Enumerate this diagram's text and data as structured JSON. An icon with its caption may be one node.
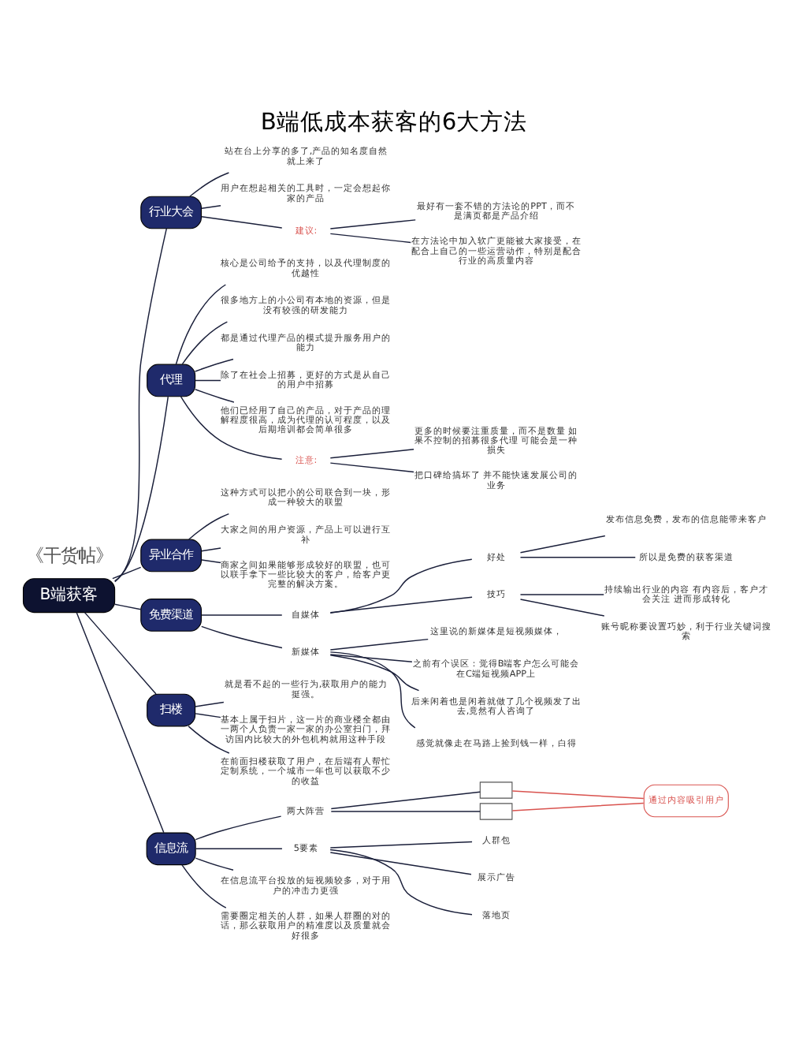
{
  "diagram": {
    "title": "B端低成本获客的6大方法",
    "nodes": [
      {
        "text": [
          "B端获客"
        ]
      },
      {
        "text": [
          "行业大会"
        ]
      },
      {
        "text": [
          "站在台上分享的多了,产品的知名度自然就上来了"
        ]
      },
      {
        "text": [
          "用户在想起相关的工具时，一定会想起你家的产品"
        ]
      },
      {
        "text": [
          "建议:"
        ]
      },
      {
        "text": [
          "最好有一套不错的方法论的PPT，而不是满页都是产品介绍"
        ]
      },
      {
        "text": [
          "在方法论中加入软广更能被大家接受，在配合上自己的一些运营动作，特别是配合行业的高质量内容"
        ]
      },
      {
        "text": [
          "代理"
        ]
      },
      {
        "text": [
          "核心是公司给予的支持，以及代理制度的优越性"
        ]
      },
      {
        "text": [
          "很多地方上的小公司有本地的资源，但是没有较强的研发能力"
        ]
      },
      {
        "text": [
          "都是通过代理产品的模式提升服务用户的能力"
        ]
      },
      {
        "text": [
          "除了在社会上招募，更好的方式是从自己的用户中招募"
        ]
      },
      {
        "text": [
          "他们已经用了自己的产品，对于产品的理解程度很高，成为代理的认可程度，以及后期培训都会简单很多"
        ]
      },
      {
        "text": [
          "注意:"
        ]
      },
      {
        "text": [
          "更多的时候要注重质量，而不是数量 如果不控制的招募很多代理 可能会是一种损失"
        ]
      },
      {
        "text": [
          "把口碑给搞坏了 并不能快速发展公司的业务"
        ]
      },
      {
        "text": [
          "异业合作"
        ]
      },
      {
        "text": [
          "这种方式可以把小的公司联合到一块，形成一种较大的联盟"
        ]
      },
      {
        "text": [
          "大家之间的用户资源，产品上可以进行互补"
        ]
      },
      {
        "text": [
          "商家之间如果能够形成较好的联盟，也可以联手拿下一些比较大的客户，给客户更完整的解决方案。"
        ]
      },
      {
        "text": [
          "免费渠道"
        ]
      },
      {
        "text": [
          "自媒体"
        ]
      },
      {
        "text": [
          "好处"
        ]
      },
      {
        "text": [
          "发布信息免费，发布的信息能带来客户"
        ]
      },
      {
        "text": [
          "所以是免费的获客渠道"
        ]
      },
      {
        "text": [
          "技巧"
        ]
      },
      {
        "text": [
          "持续输出行业的内容 有内容后，客户才会关注 进而形成转化"
        ]
      },
      {
        "text": [
          "账号昵称要设置巧妙，利于行业关键词搜索"
        ]
      },
      {
        "text": [
          "新媒体"
        ]
      },
      {
        "text": [
          "这里说的新媒体是短视频媒体，"
        ]
      },
      {
        "text": [
          "之前有个误区：觉得B端客户怎么可能会在C端短视频APP上"
        ]
      },
      {
        "text": [
          "后来闲着也是闲着就做了几个视频发了出去,竟然有人咨询了"
        ]
      },
      {
        "text": [
          "感觉就像走在马路上捡到钱一样，白得"
        ]
      },
      {
        "text": [
          "扫楼"
        ]
      },
      {
        "text": [
          "就是看不起的一些行为,获取用户的能力挺强。"
        ]
      },
      {
        "text": [
          "基本上属于扫片，这一片的商业楼全都由一两个人负责一家一家的办公室扫门，拜访国内比较大的外包机构就用这种手段"
        ]
      },
      {
        "text": [
          "在前面扫楼获取了用户，在后端有人帮忙定制系统，一个城市一年也可以获取不少的收益"
        ]
      },
      {
        "text": [
          "信息流"
        ]
      },
      {
        "text": [
          "两大阵营"
        ]
      },
      {
        "text": [],
        "shape": "box"
      },
      {
        "text": [],
        "shape": "box"
      },
      {
        "text": [
          "通过内容吸引用户"
        ]
      },
      {
        "text": [
          "5要素"
        ]
      },
      {
        "text": [
          "人群包"
        ]
      },
      {
        "text": [
          "展示广告"
        ]
      },
      {
        "text": [
          "落地页"
        ]
      },
      {
        "text": [
          "在信息流平台投放的短视频较多，对于用户的冲击力更强"
        ]
      },
      {
        "text": [
          "需要圈定相关的人群，如果人群圈的对的话，那么获取用户的精准度以及质量就会好很多"
        ]
      }
    ],
    "edges": [
      {
        "from": 0,
        "to": 1,
        "arrow": "none"
      },
      {
        "from": 1,
        "to": 2,
        "arrow": "none"
      },
      {
        "from": 1,
        "to": 3,
        "arrow": "none"
      },
      {
        "from": 1,
        "to": 4,
        "arrow": "none"
      },
      {
        "from": 4,
        "to": 5,
        "arrow": "none"
      },
      {
        "from": 4,
        "to": 6,
        "arrow": "none"
      },
      {
        "from": 0,
        "to": 7,
        "arrow": "none"
      },
      {
        "from": 7,
        "to": 8,
        "arrow": "none"
      },
      {
        "from": 7,
        "to": 9,
        "arrow": "none"
      },
      {
        "from": 7,
        "to": 10,
        "arrow": "none"
      },
      {
        "from": 7,
        "to": 11,
        "arrow": "none"
      },
      {
        "from": 7,
        "to": 12,
        "arrow": "none"
      },
      {
        "from": 7,
        "to": 13,
        "arrow": "none"
      },
      {
        "from": 13,
        "to": 14,
        "arrow": "none"
      },
      {
        "from": 13,
        "to": 15,
        "arrow": "none"
      },
      {
        "from": 0,
        "to": 16,
        "arrow": "none"
      },
      {
        "from": 16,
        "to": 17,
        "arrow": "none"
      },
      {
        "from": 16,
        "to": 18,
        "arrow": "none"
      },
      {
        "from": 16,
        "to": 19,
        "arrow": "none"
      },
      {
        "from": 0,
        "to": 20,
        "arrow": "none"
      },
      {
        "from": 20,
        "to": 21,
        "arrow": "none"
      },
      {
        "from": 21,
        "to": 22,
        "arrow": "none"
      },
      {
        "from": 22,
        "to": 23,
        "arrow": "none"
      },
      {
        "from": 22,
        "to": 24,
        "arrow": "none"
      },
      {
        "from": 21,
        "to": 25,
        "arrow": "none"
      },
      {
        "from": 25,
        "to": 26,
        "arrow": "none"
      },
      {
        "from": 25,
        "to": 27,
        "arrow": "none"
      },
      {
        "from": 20,
        "to": 28,
        "arrow": "none"
      },
      {
        "from": 28,
        "to": 29,
        "arrow": "none"
      },
      {
        "from": 28,
        "to": 30,
        "arrow": "none"
      },
      {
        "from": 28,
        "to": 31,
        "arrow": "none"
      },
      {
        "from": 28,
        "to": 32,
        "arrow": "none"
      },
      {
        "from": 0,
        "to": 33,
        "arrow": "none"
      },
      {
        "from": 33,
        "to": 34,
        "arrow": "none"
      },
      {
        "from": 33,
        "to": 35,
        "arrow": "none"
      },
      {
        "from": 33,
        "to": 36,
        "arrow": "none"
      },
      {
        "from": 0,
        "to": 37,
        "arrow": "none"
      },
      {
        "from": 37,
        "to": 38,
        "arrow": "none"
      },
      {
        "from": 38,
        "to": 39,
        "arrow": "none"
      },
      {
        "from": 38,
        "to": 40,
        "arrow": "none"
      },
      {
        "from": 39,
        "to": 41,
        "arrow": "none",
        "color": "#d9534f"
      },
      {
        "from": 40,
        "to": 41,
        "arrow": "none",
        "color": "#d9534f"
      },
      {
        "from": 37,
        "to": 42,
        "arrow": "none"
      },
      {
        "from": 42,
        "to": 43,
        "arrow": "none"
      },
      {
        "from": 42,
        "to": 44,
        "arrow": "none"
      },
      {
        "from": 42,
        "to": 45,
        "arrow": "none"
      },
      {
        "from": 37,
        "to": 46,
        "arrow": "none"
      },
      {
        "from": 37,
        "to": 47,
        "arrow": "none"
      }
    ],
    "labels": [
      "《干货帖》"
    ]
  }
}
